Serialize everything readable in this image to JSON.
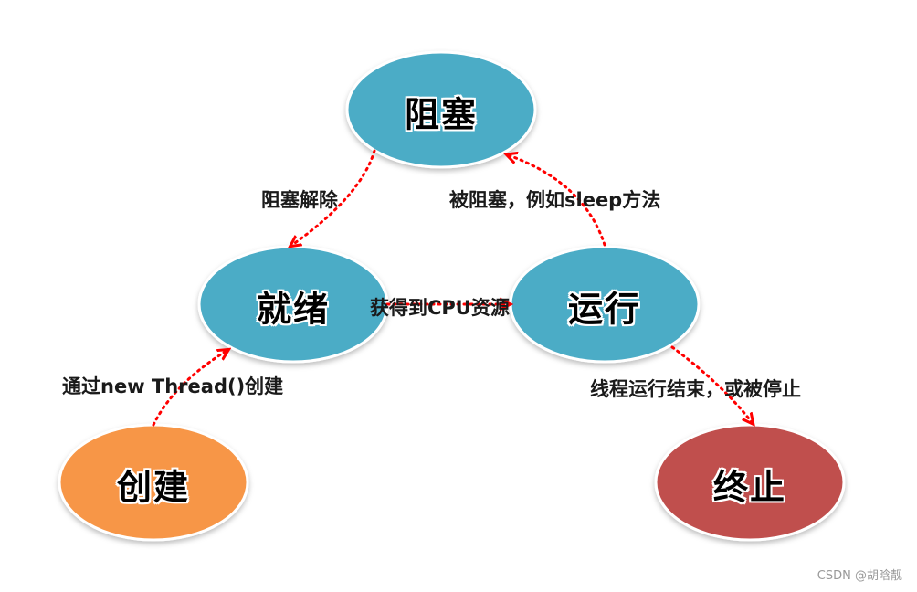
{
  "colors": {
    "state_fill": "#4bacc6",
    "create_fill": "#f79646",
    "terminate_fill": "#c0504d",
    "arrow": "#ff0000"
  },
  "states": {
    "blocked": "阻塞",
    "ready": "就绪",
    "running": "运行",
    "created": "创建",
    "terminated": "终止"
  },
  "edges": {
    "unblock": "阻塞解除",
    "block": "被阻塞，例如sleep方法",
    "get_cpu": "获得到CPU资源",
    "create": "通过new Thread()创建",
    "finish": "线程运行结束，或被停止"
  },
  "watermark": "CSDN @胡晗靓"
}
